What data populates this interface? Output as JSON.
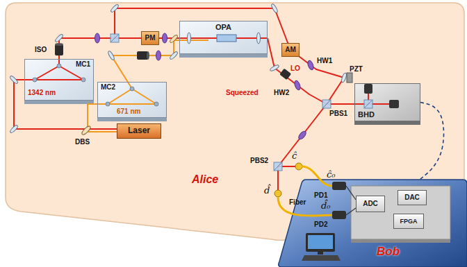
{
  "diagram": {
    "nodes": [
      {
        "text": [
          "Alice"
        ]
      },
      {
        "text": [
          "PM"
        ],
        "in": 0
      },
      {
        "text": [
          "OPA"
        ],
        "in": 0
      },
      {
        "text": [
          "AM"
        ],
        "in": 0
      },
      {
        "text": [
          "MC1"
        ],
        "in": 0
      },
      {
        "text": [
          "MC2"
        ],
        "in": 0
      },
      {
        "text": [
          "BHD"
        ],
        "in": 0
      },
      {
        "text": [
          "Laser"
        ],
        "in": 0
      },
      {
        "text": [
          "Bob"
        ]
      },
      {
        "text": [
          "ADC"
        ],
        "in": 8
      },
      {
        "text": [
          "DAC"
        ],
        "in": 8
      },
      {
        "text": [
          "FPGA"
        ],
        "in": 8
      }
    ],
    "edges": [
      {
        "from": 6,
        "to": 8,
        "arrow": "none"
      }
    ],
    "labels": [
      "ISO",
      "HW1",
      "LO",
      "HW2",
      "Squeezed",
      "PZT",
      "PBS1",
      "1342 nm",
      "671 nm",
      "DBS",
      "PBS2",
      "ĉ",
      "d̂",
      "Fiber",
      "ĉ₀",
      "PD1",
      "d̂₀",
      "PD2"
    ]
  }
}
